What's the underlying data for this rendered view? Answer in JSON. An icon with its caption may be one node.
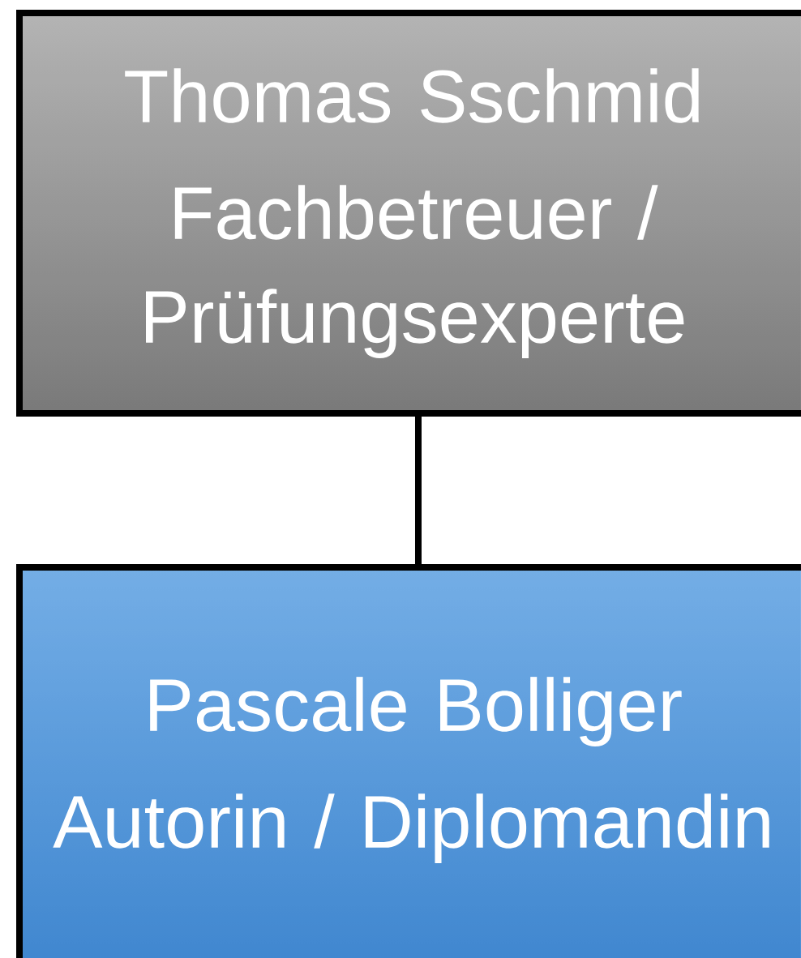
{
  "diagram": {
    "nodes": [
      {
        "text": [
          "Thomas Sschmid",
          "Fachbetreuer / Prüfungsexperte"
        ]
      },
      {
        "text": [
          "Pascale Bolliger",
          "Autorin / Diplomandin"
        ]
      }
    ],
    "edges": [
      {
        "from": 0,
        "to": 1,
        "arrow": "none"
      }
    ]
  }
}
